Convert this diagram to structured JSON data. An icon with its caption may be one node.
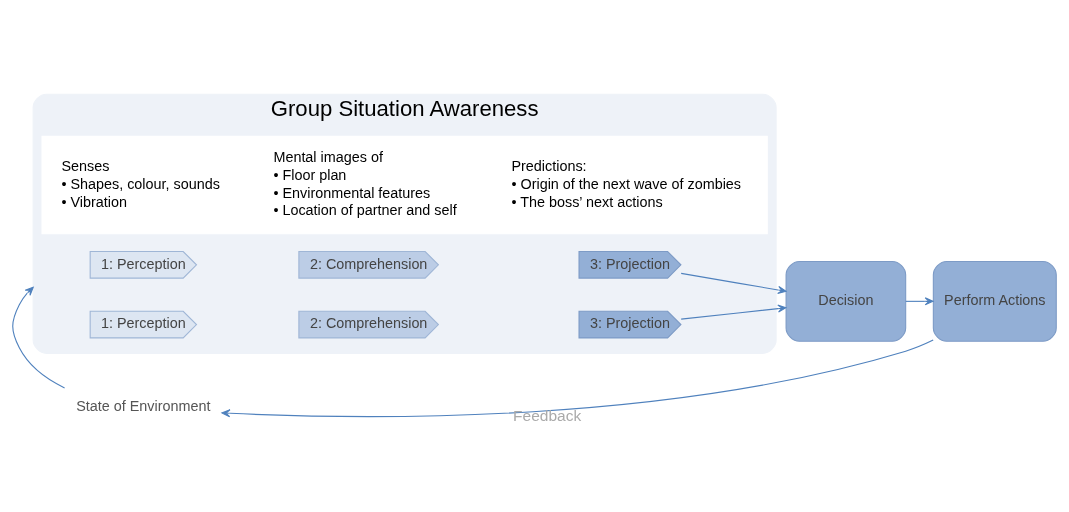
{
  "diagram": {
    "nodes": [
      {
        "text": [
          "Group Situation Awareness"
        ]
      },
      {
        "text": [
          "State of Environment"
        ]
      },
      {
        "text": [
          "1: Perception"
        ],
        "in": 0
      },
      {
        "text": [
          "2: Comprehension"
        ],
        "in": 0
      },
      {
        "text": [
          "3: Projection"
        ],
        "in": 0
      },
      {
        "text": [
          "1: Perception"
        ],
        "in": 0
      },
      {
        "text": [
          "2: Comprehension"
        ],
        "in": 0
      },
      {
        "text": [
          "3: Projection"
        ],
        "in": 0
      },
      {
        "text": [
          "Decision"
        ]
      },
      {
        "text": [
          "Perform Actions"
        ]
      },
      {
        "text": [],
        "shape": "box",
        "in": 0
      },
      {
        "text": [
          "Senses",
          "• Shapes, colour, sounds",
          "• Vibration"
        ],
        "in": 10
      },
      {
        "text": [
          "Mental images of",
          "• Floor plan",
          "• Environmental features",
          "• Location of partner and self"
        ],
        "in": 10
      },
      {
        "text": [
          "Predictions:",
          "• Origin of the next wave of zombies",
          "• The boss’ next actions"
        ],
        "in": 10
      }
    ],
    "edges": [
      {
        "from": 9,
        "to": 1,
        "arrow": "to",
        "label": "Feedback"
      },
      {
        "from": 1,
        "to": 0,
        "arrow": "to"
      },
      {
        "from": 4,
        "to": 8,
        "arrow": "to"
      },
      {
        "from": 7,
        "to": 8,
        "arrow": "to"
      },
      {
        "from": 8,
        "to": 9,
        "arrow": "to"
      }
    ]
  }
}
